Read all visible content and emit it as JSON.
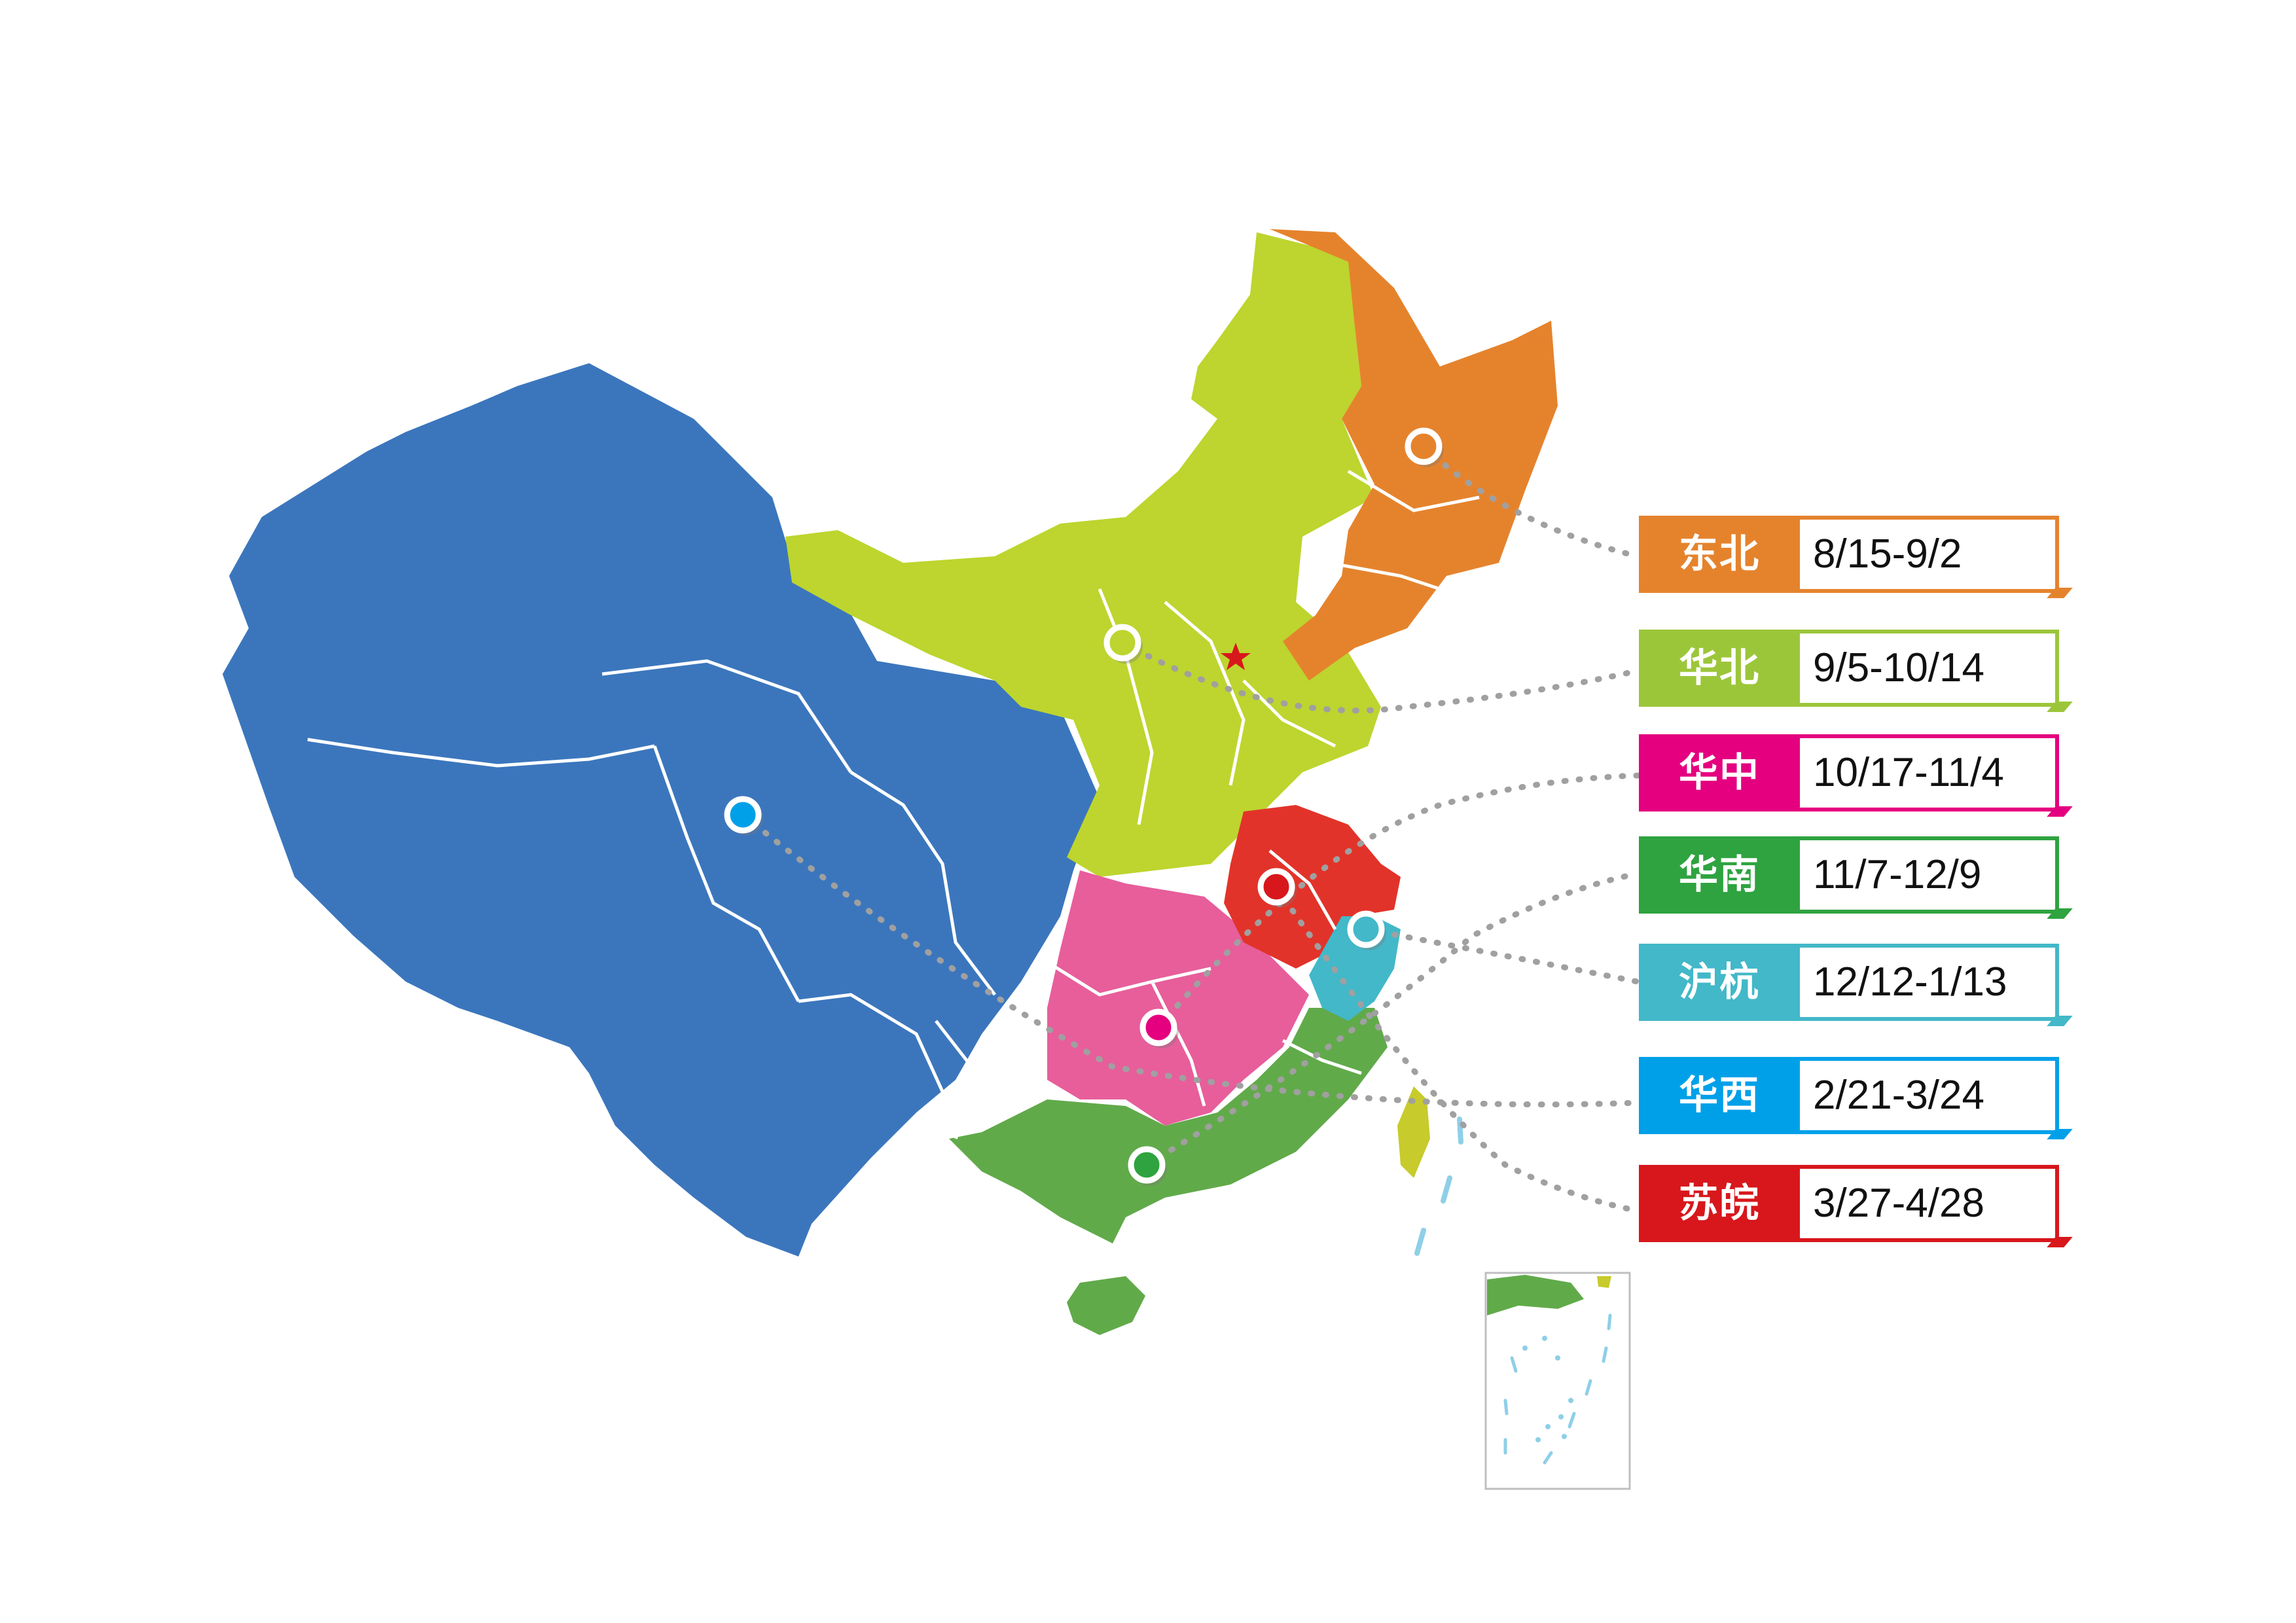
{
  "regions": [
    {
      "id": "northeast",
      "name": "东北",
      "dates": "8/15-9/2",
      "color": "#E5832D"
    },
    {
      "id": "north",
      "name": "华北",
      "dates": "9/5-10/14",
      "color": "#9CC63A"
    },
    {
      "id": "central",
      "name": "华中",
      "dates": "10/17-11/4",
      "color": "#E4007F"
    },
    {
      "id": "south",
      "name": "华南",
      "dates": "11/7-12/9",
      "color": "#2EA33F"
    },
    {
      "id": "shhz",
      "name": "沪杭",
      "dates": "12/12-1/13",
      "color": "#42B8C8"
    },
    {
      "id": "west",
      "name": "华西",
      "dates": "2/21-3/24",
      "color": "#00A0E9"
    },
    {
      "id": "suwan",
      "name": "苏皖",
      "dates": "3/27-4/28",
      "color": "#D7171C"
    }
  ],
  "map_colors": {
    "west_fill": "#3B76BD",
    "north_fill": "#BDD52E",
    "northeast_fill": "#E5832D",
    "central_fill": "#E75E9B",
    "south_fill": "#61AA4A",
    "shhz_fill": "#42B8C8",
    "suwan_fill": "#E2332A",
    "taiwan_fill": "#C7CB2B",
    "connector": "#A0A0A0",
    "capital_star": "#D7171C"
  },
  "icons": {
    "pin": "location-pin-icon",
    "capital": "capital-star-icon",
    "inset": "south-china-sea-inset"
  }
}
